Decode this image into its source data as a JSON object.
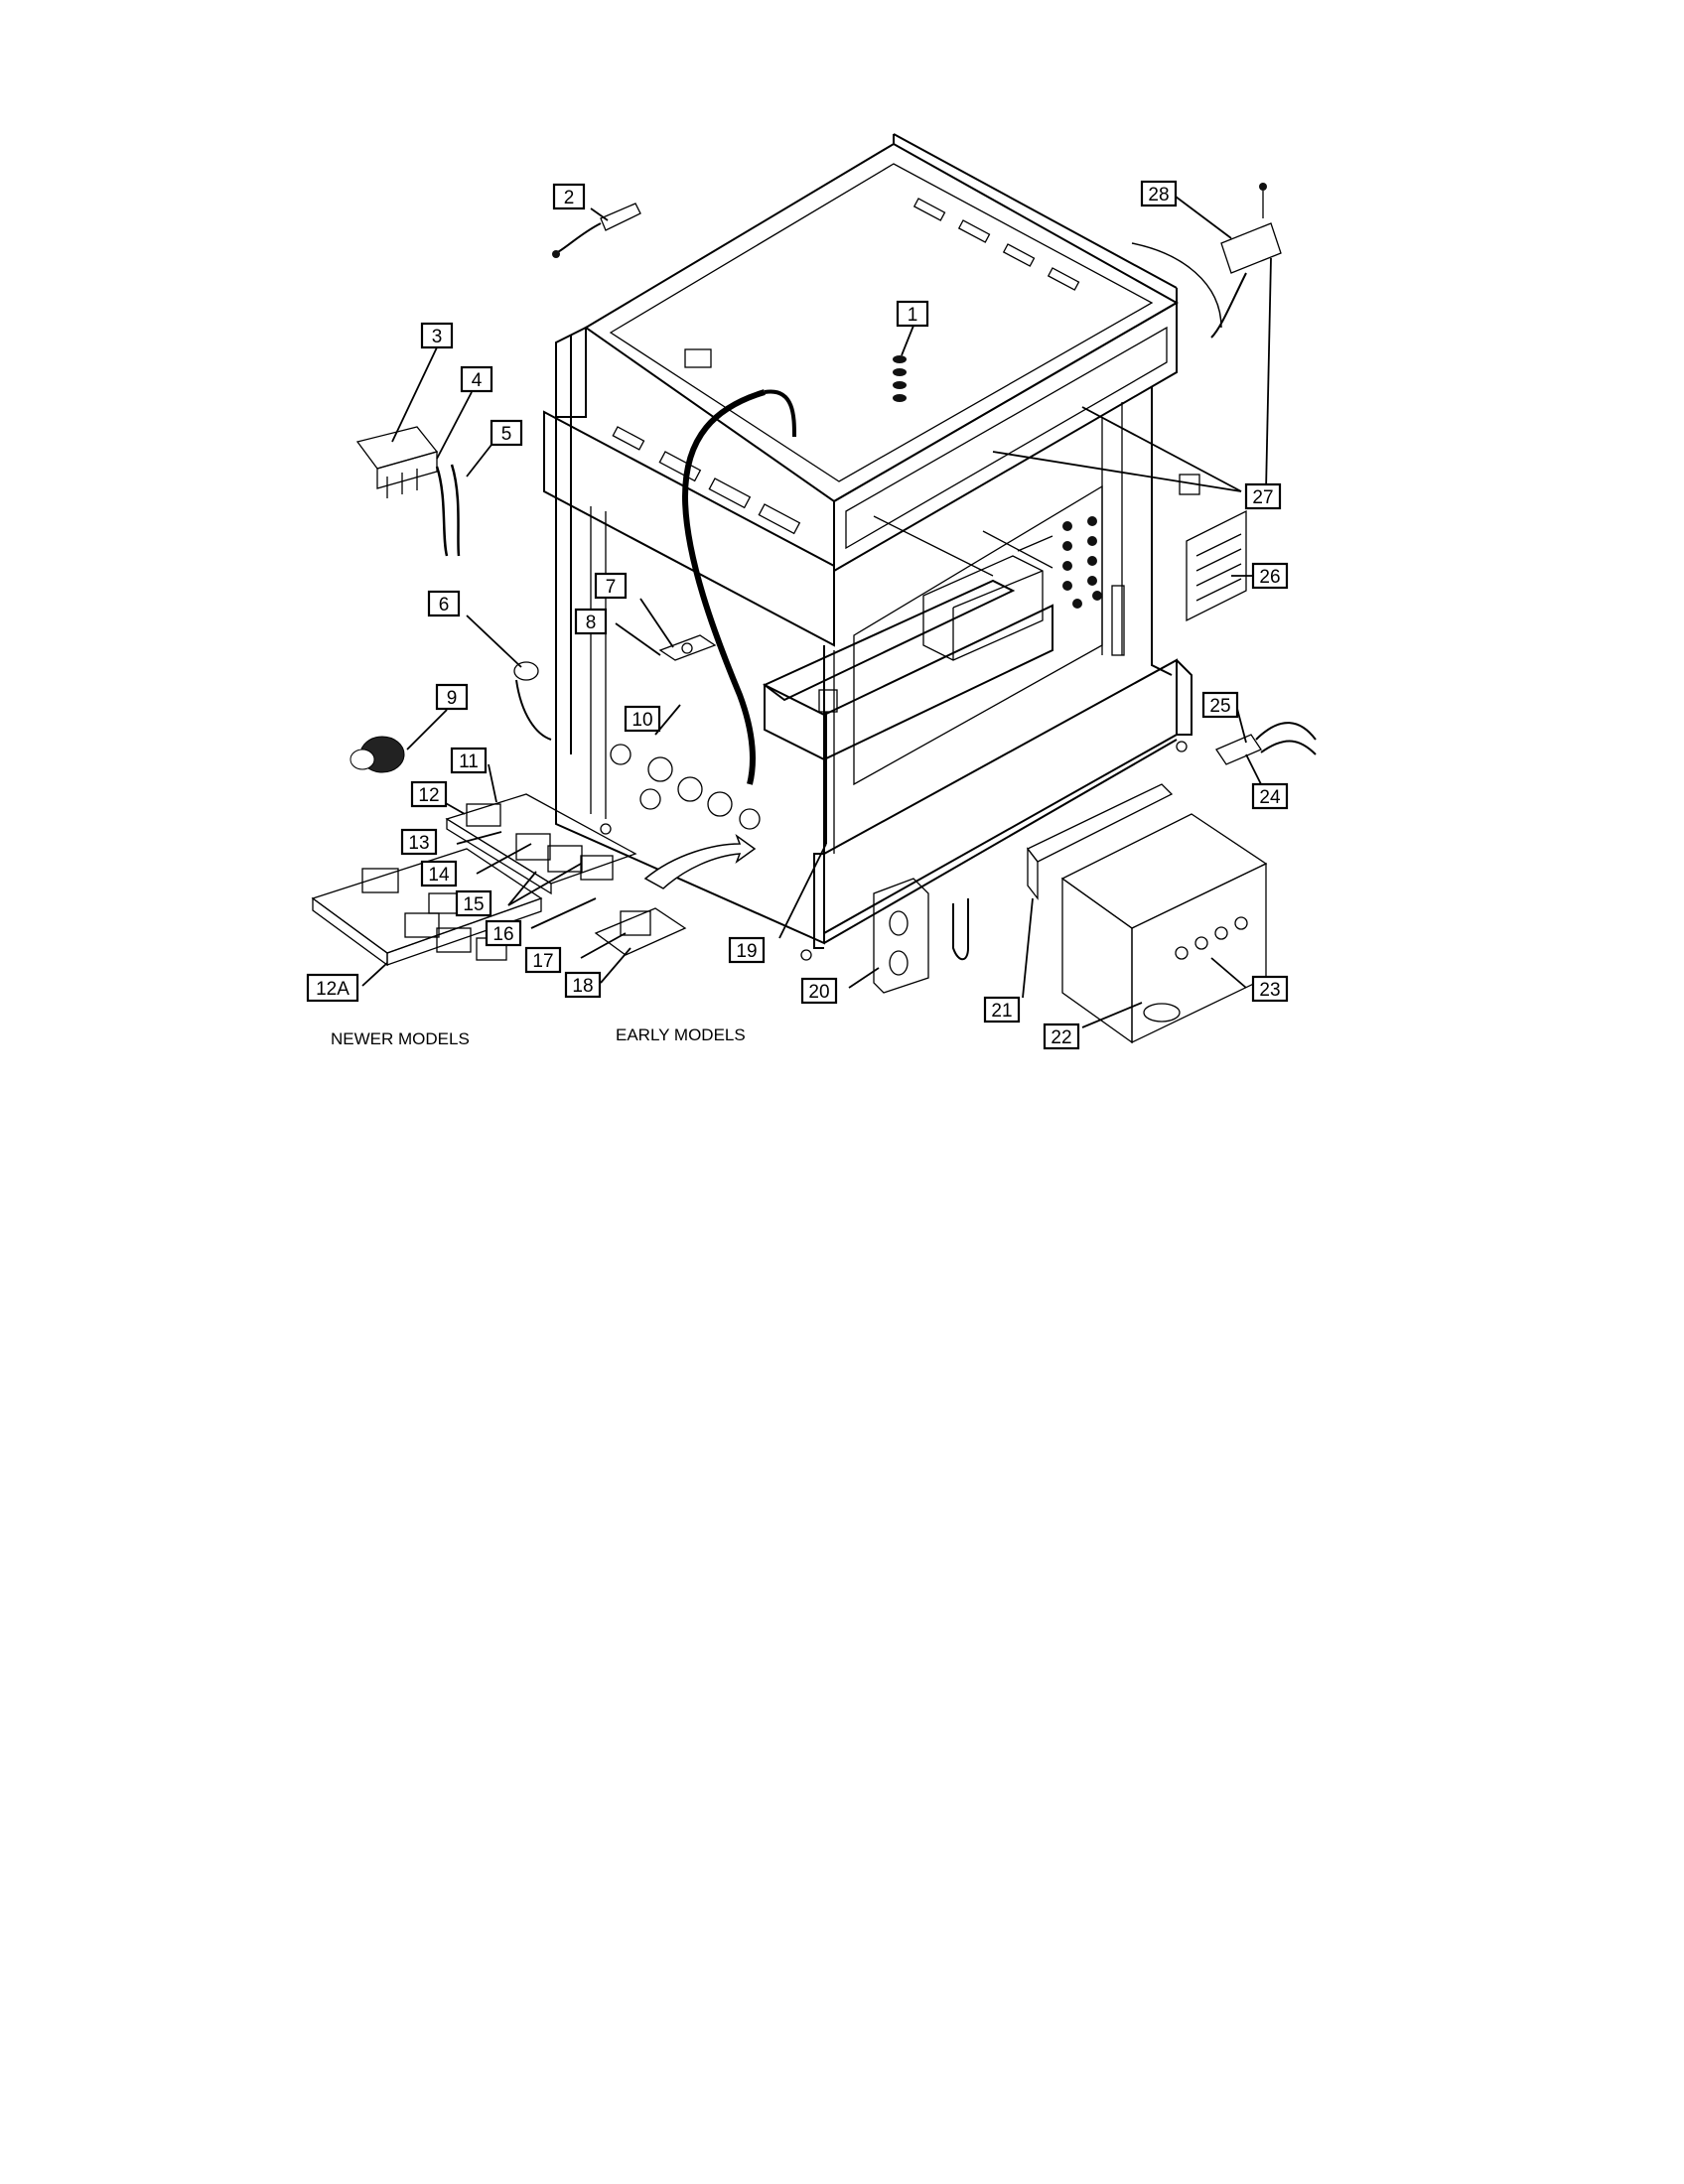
{
  "captions": {
    "newer_models": "NEWER MODELS",
    "early_models": "EARLY MODELS"
  },
  "callouts": [
    "1",
    "2",
    "3",
    "4",
    "5",
    "6",
    "7",
    "8",
    "9",
    "10",
    "11",
    "12",
    "12A",
    "13",
    "14",
    "15",
    "16",
    "17",
    "18",
    "19",
    "20",
    "21",
    "22",
    "23",
    "24",
    "25",
    "26",
    "27",
    "28"
  ]
}
